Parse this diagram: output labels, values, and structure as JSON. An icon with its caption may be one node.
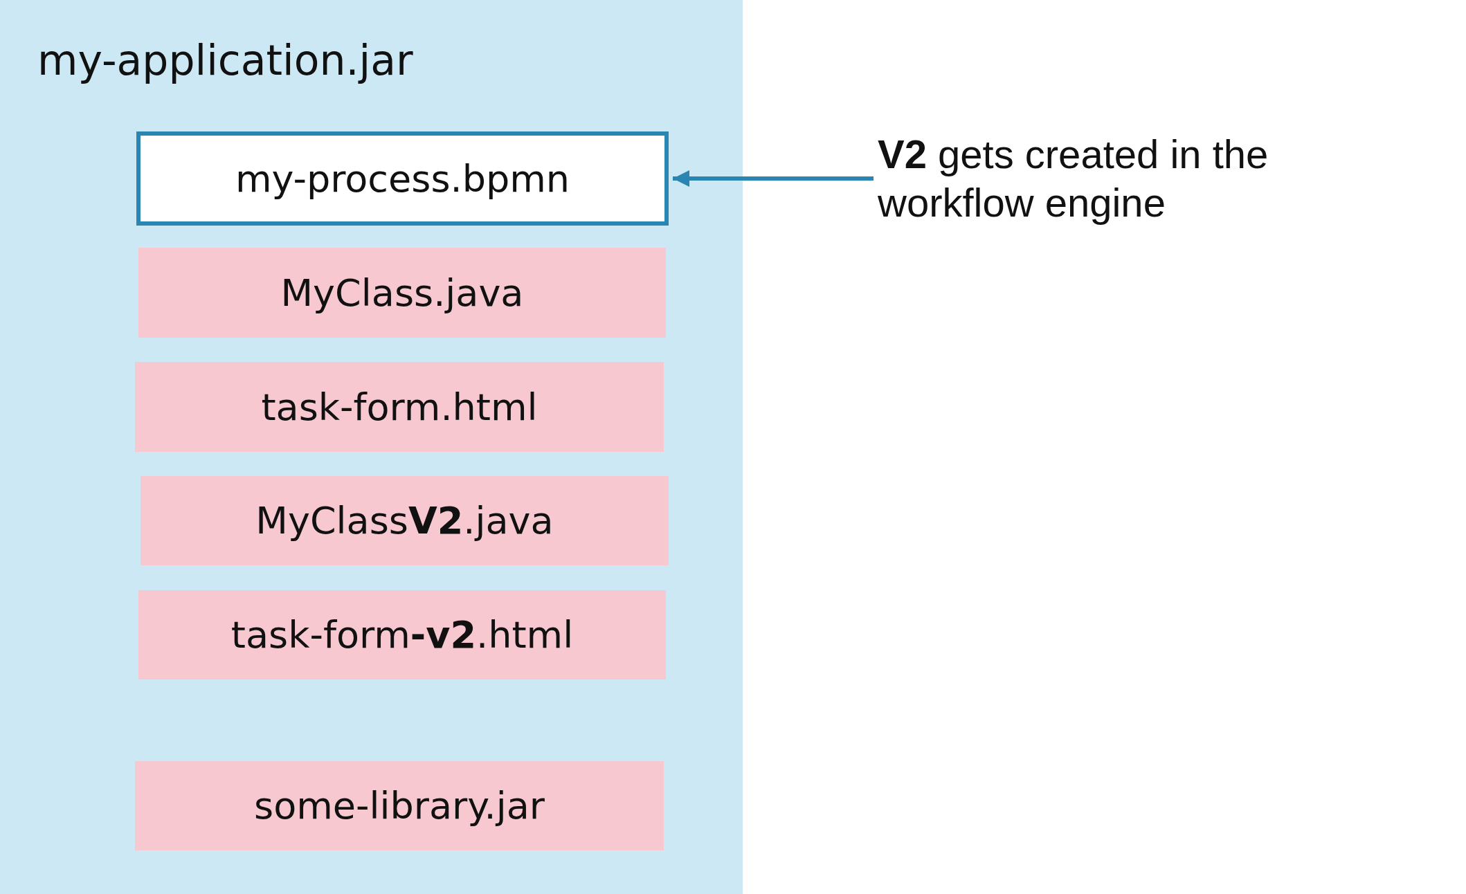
{
  "diagram": {
    "nodes": [
      {
        "text": [
          "my-application.jar"
        ]
      },
      {
        "text": [
          "my-process.bpmn"
        ],
        "in": 0
      },
      {
        "text": [
          "MyClass.java"
        ],
        "in": 0
      },
      {
        "text": [
          "task-form.html"
        ],
        "in": 0
      },
      {
        "text": [
          "MyClass**V2**.java"
        ],
        "in": 0
      },
      {
        "text": [
          "task-form**-v2**.html"
        ],
        "in": 0
      },
      {
        "text": [
          "some-library.jar"
        ],
        "in": 0
      },
      {
        "text": [
          "**V2** gets created in the workflow engine"
        ]
      }
    ],
    "edges": [
      {
        "from": 7,
        "to": 1,
        "arrow": "to",
        "color": "#2a86b0"
      }
    ]
  }
}
